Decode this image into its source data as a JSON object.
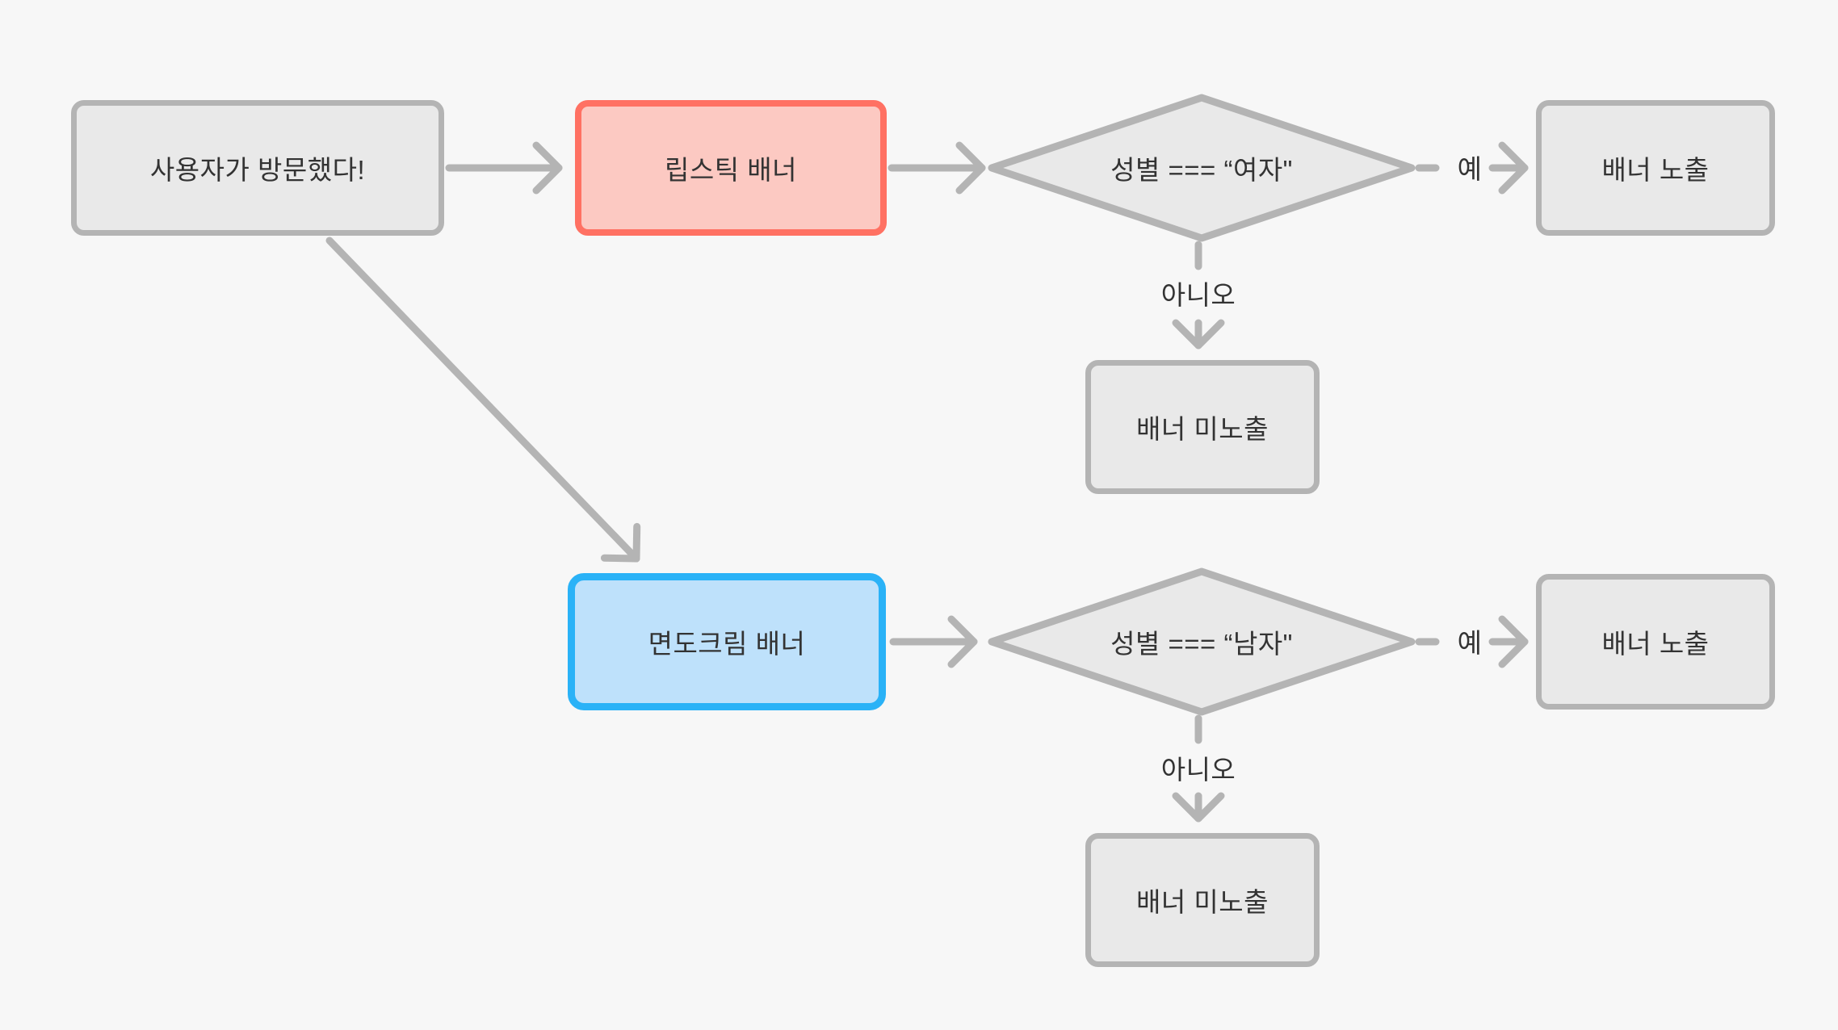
{
  "diagram": {
    "title": "banner-display-flowchart",
    "nodes": {
      "start": {
        "label": "사용자가 방문했다!",
        "shape": "rect",
        "variant": "gray"
      },
      "lipstick": {
        "label": "립스틱 배너",
        "shape": "rect",
        "variant": "red"
      },
      "female_check": {
        "label": "성별 === “여자\"",
        "shape": "diamond",
        "variant": "gray"
      },
      "show_female": {
        "label": "배너 노출",
        "shape": "rect",
        "variant": "gray"
      },
      "hide_female": {
        "label": "배너 미노출",
        "shape": "rect",
        "variant": "gray"
      },
      "shaving": {
        "label": "면도크림 배너",
        "shape": "rect",
        "variant": "blue"
      },
      "male_check": {
        "label": "성별 === “남자\"",
        "shape": "diamond",
        "variant": "gray"
      },
      "show_male": {
        "label": "배너 노출",
        "shape": "rect",
        "variant": "gray"
      },
      "hide_male": {
        "label": "배너 미노출",
        "shape": "rect",
        "variant": "gray"
      }
    },
    "edge_labels": {
      "yes": "예",
      "no": "아니오"
    },
    "colors": {
      "background": "#f7f7f7",
      "node_fill": "#e9e9e9",
      "node_border": "#b4b4b4",
      "connector": "#b4b4b4",
      "text": "#333333",
      "lipstick_fill": "#fcc9c2",
      "lipstick_border": "#ff7163",
      "shaving_fill": "#bee1fb",
      "shaving_border": "#2ab2f7"
    }
  }
}
